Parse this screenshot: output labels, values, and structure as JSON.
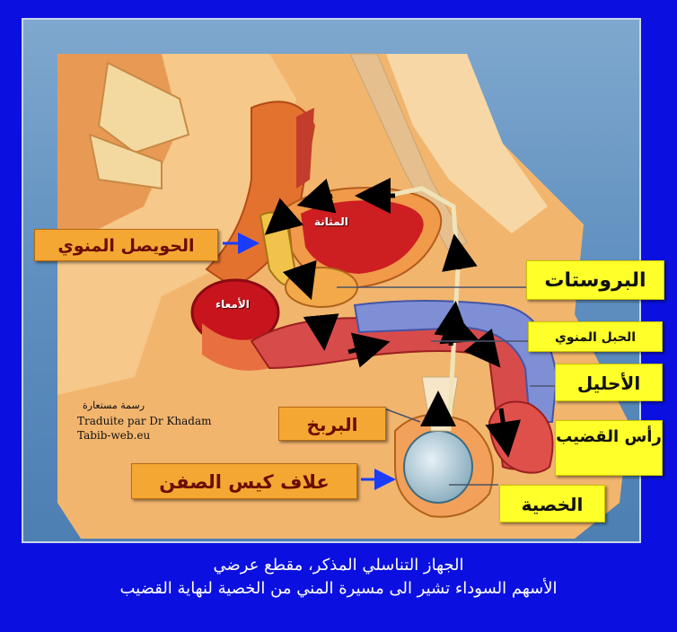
{
  "labels": {
    "seminal_vesicle": "الحويصل المنوي",
    "prostate": "البروستات",
    "spermatic_cord": "الحبل المنوي",
    "urethra": "الأحليل",
    "glans": "رأس القضيب",
    "epididymis": "البربخ",
    "tunica": "علاف كيس الصفن",
    "testis": "الخصية",
    "bladder": "المثانة",
    "intestine": "الأمعاء"
  },
  "credit": {
    "arabic": "رسمة مستعارة",
    "line1": "Traduite par Dr Khadam",
    "line2": "Tabib-web.eu"
  },
  "caption": {
    "line1": "الجهاز التناسلي المذكر، مقطع عرضي",
    "line2": "الأسهم السوداء تشير الى مسيرة المني من الخصية لنهاية القضيب"
  },
  "colors": {
    "background": "#0b10e0",
    "panel": "#6e9bc8",
    "label_orange": "#f5a733",
    "label_yellow": "#ffff2a"
  }
}
